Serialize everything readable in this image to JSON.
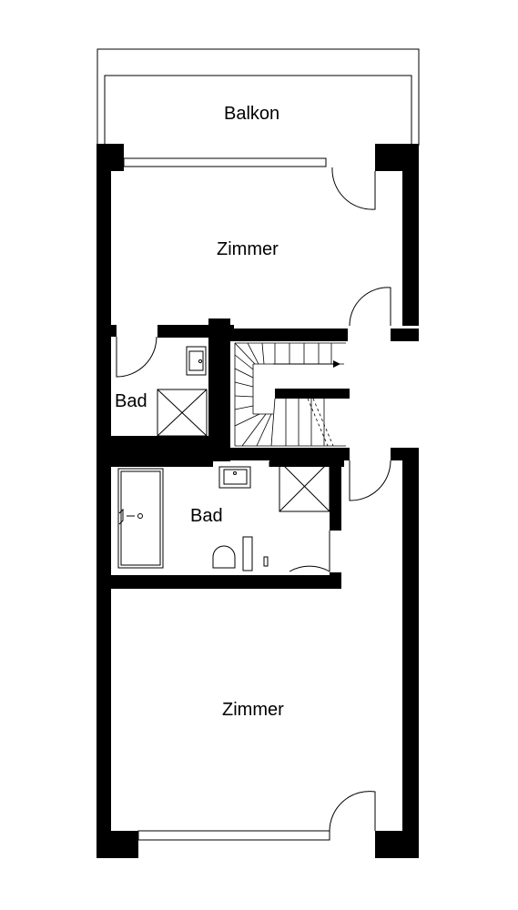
{
  "floor_plan": {
    "rooms": [
      {
        "id": "balkon",
        "label": "Balkon"
      },
      {
        "id": "zimmer_top",
        "label": "Zimmer"
      },
      {
        "id": "bad_small",
        "label": "Bad"
      },
      {
        "id": "bad_main",
        "label": "Bad"
      },
      {
        "id": "zimmer_bottom",
        "label": "Zimmer"
      }
    ],
    "colors": {
      "wall": "#000000",
      "line": "#000000",
      "background": "#ffffff"
    }
  }
}
